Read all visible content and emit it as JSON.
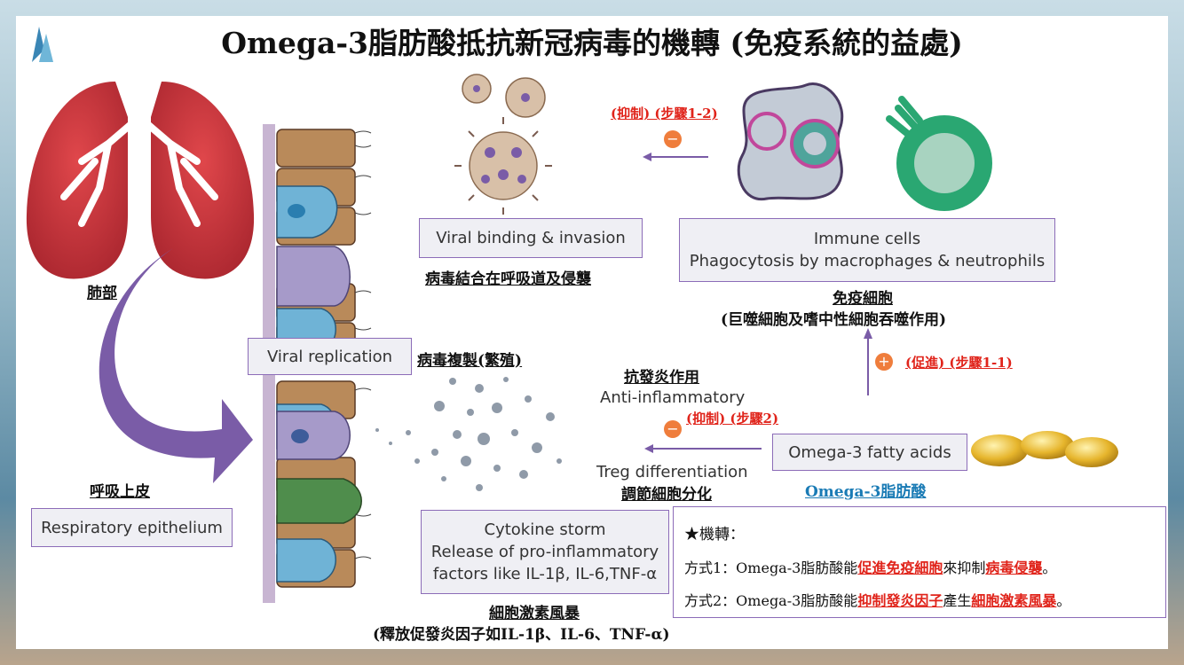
{
  "title": "Omega-3脂肪酸抵抗新冠病毒的機轉 (免疫系統的益處)",
  "lungs": {
    "label_zh": "肺部"
  },
  "epithelium": {
    "label_zh": "呼吸上皮",
    "label_en": "Respiratory epithelium"
  },
  "viral_binding": {
    "label_en": "Viral binding & invasion",
    "label_zh": "病毒結合在呼吸道及侵襲"
  },
  "viral_replication": {
    "label_en": "Viral replication",
    "label_zh": "病毒複製(繁殖)"
  },
  "immune": {
    "title_en": "Immune cells",
    "subtitle_en": "Phagocytosis by macrophages & neutrophils",
    "title_zh": "免疫細胞",
    "subtitle_zh": "(巨噬細胞及嗜中性細胞吞噬作用)"
  },
  "step_1_2": {
    "label": "(抑制) (步驟1-2)",
    "sign": "−"
  },
  "step_1_1": {
    "label": "(促進) (步驟1-1)",
    "sign": "+"
  },
  "step_2": {
    "label": "(抑制) (步驟2)",
    "sign": "−"
  },
  "anti_inflammatory": {
    "label_zh": "抗發炎作用",
    "label_en": "Anti-inflammatory"
  },
  "treg": {
    "label_en": "Treg differentiation",
    "label_zh": "調節細胞分化"
  },
  "omega3": {
    "label_en": "Omega-3 fatty acids",
    "label_zh": "Omega-3脂肪酸"
  },
  "cytokine": {
    "line1_en": "Cytokine storm",
    "line2_en": "Release of pro-inflammatory",
    "line3_en": "factors like IL-1β, IL-6,TNF-α",
    "title_zh": "細胞激素風暴",
    "subtitle_zh": "(釋放促發炎因子如IL-1β、IL-6、TNF-α)"
  },
  "mechanism": {
    "heading": "★機轉：",
    "way1_prefix": "方式1：Omega-3脂肪酸能",
    "way1_hl1": "促進免疫細胞",
    "way1_mid": "來抑制",
    "way1_hl2": "病毒侵襲",
    "way1_end": "。",
    "way2_prefix": "方式2：Omega-3脂肪酸能",
    "way2_hl1": "抑制發炎因子",
    "way2_mid": "產生",
    "way2_hl2": "細胞激素風暴",
    "way2_end": "。"
  },
  "colors": {
    "accent_purple": "#8c6cb8",
    "red_text": "#e0241b",
    "blue_text": "#1a7bb5",
    "minus_circle": "#ef7d3c",
    "lung_red": "#c8363d",
    "immune_green": "#2aa772",
    "virus_purple": "#7a5ca7"
  }
}
